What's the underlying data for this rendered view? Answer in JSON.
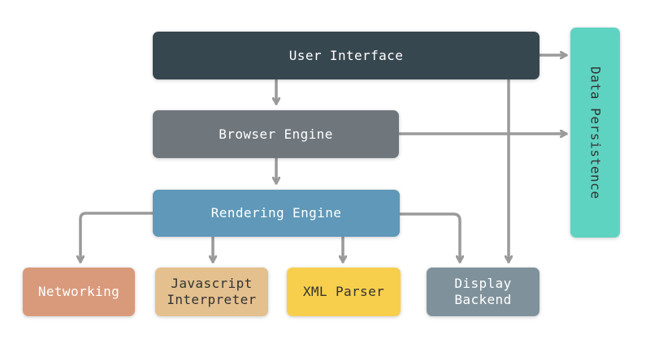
{
  "boxes": {
    "user_interface": {
      "label": "User Interface",
      "color": "#37474f",
      "text_color": "#ffffff"
    },
    "browser_engine": {
      "label": "Browser Engine",
      "color": "#6f777d",
      "text_color": "#ffffff"
    },
    "rendering_engine": {
      "label": "Rendering Engine",
      "color": "#5f98b8",
      "text_color": "#ffffff"
    },
    "networking": {
      "label": "Networking",
      "color": "#d99a7b",
      "text_color": "#ffffff"
    },
    "javascript_interpreter": {
      "label": "Javascript\nInterpreter",
      "color": "#e3c08e",
      "text_color": "#333333"
    },
    "xml_parser": {
      "label": "XML Parser",
      "color": "#f7cf4d",
      "text_color": "#333333"
    },
    "display_backend": {
      "label": "Display\nBackend",
      "color": "#7f929c",
      "text_color": "#ffffff"
    },
    "data_persistence": {
      "label": "Data Persistence",
      "color": "#5fd3c1",
      "text_color": "#333333"
    }
  },
  "arrow_color": "#9a9a9a"
}
